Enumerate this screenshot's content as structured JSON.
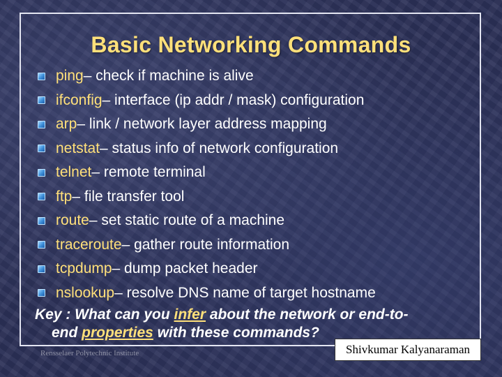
{
  "title": "Basic Networking Commands",
  "accent_color": "#ffe07a",
  "bullet_icon": "square-bullet-icon",
  "commands": [
    {
      "name": "ping",
      "desc": " – check if machine is alive"
    },
    {
      "name": "ifconfig",
      "desc": " – interface (ip addr / mask) configuration"
    },
    {
      "name": "arp",
      "desc": " – link / network layer address mapping"
    },
    {
      "name": "netstat",
      "desc": " – status info of network configuration"
    },
    {
      "name": "telnet",
      "desc": " – remote terminal"
    },
    {
      "name": "ftp",
      "desc": " – file transfer tool"
    },
    {
      "name": "route",
      "desc": " – set static route of a machine"
    },
    {
      "name": "traceroute",
      "desc": " – gather route information"
    },
    {
      "name": "tcpdump",
      "desc": " – dump packet header"
    },
    {
      "name": "nslookup",
      "desc": " – resolve DNS name of target hostname"
    }
  ],
  "key": {
    "prefix": "Key : What can you ",
    "infer": "infer",
    "middle": " about the network or end-to-",
    "line2_prefix": "end ",
    "properties": "properties",
    "line2_suffix": " with these commands?"
  },
  "footer": {
    "org": "Rensselaer Polytechnic Institute",
    "author": "Shivkumar Kalyanaraman"
  }
}
